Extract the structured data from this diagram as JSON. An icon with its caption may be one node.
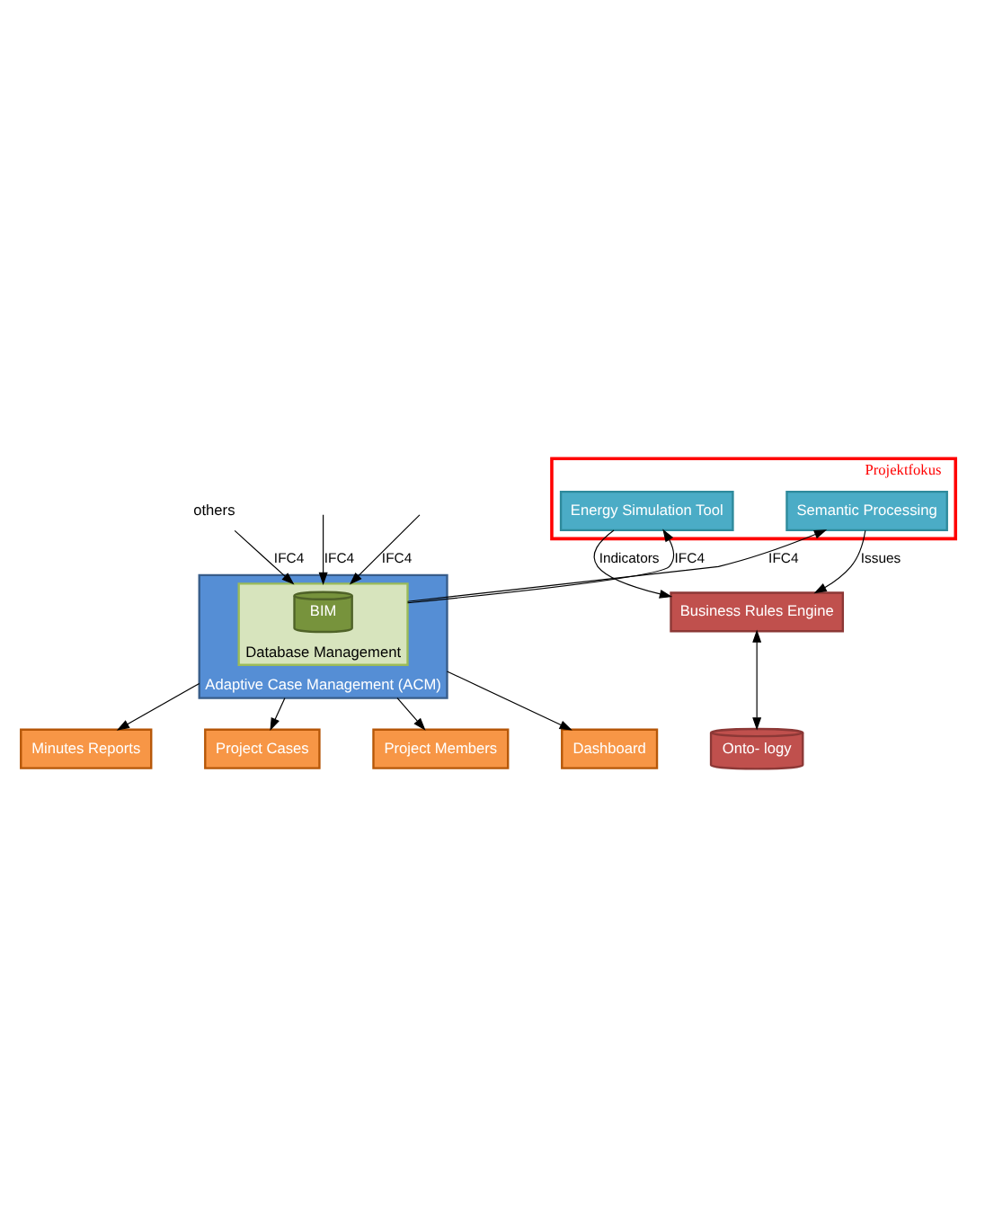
{
  "diagram": {
    "nodes": [
      {
        "text": [
          "Projektfokus"
        ]
      },
      {
        "text": [
          "Energy Simulation Tool"
        ],
        "in": 0
      },
      {
        "text": [
          "Semantic Processing"
        ],
        "in": 0
      },
      {
        "text": [
          "Adaptive Case Management (ACM)"
        ]
      },
      {
        "text": [
          "Business Rules Engine"
        ]
      },
      {
        "text": [
          "Onto- logy"
        ]
      },
      {
        "text": [
          "Database Management"
        ],
        "in": 3
      },
      {
        "text": [
          "BIM"
        ],
        "in": 6
      },
      {
        "text": [
          "Dashboard"
        ]
      },
      {
        "text": [
          "Minutes Reports"
        ]
      },
      {
        "text": [
          "Project Cases"
        ]
      },
      {
        "text": [
          "Project Members"
        ]
      },
      {
        "text": [
          "others"
        ]
      }
    ],
    "edges": [
      {
        "from": 1,
        "to": 4,
        "arrow": "to",
        "label": "Indicators"
      },
      {
        "from": 2,
        "to": 4,
        "arrow": "to",
        "label": "Issues"
      },
      {
        "from": 4,
        "to": 5,
        "arrow": "both"
      },
      {
        "from": 6,
        "to": 1,
        "arrow": "to",
        "label": "IFC4"
      },
      {
        "from": 6,
        "to": 2,
        "arrow": "to",
        "label": "IFC4"
      },
      {
        "from": null,
        "to": 6,
        "arrow": "to",
        "label": "IFC4"
      },
      {
        "from": null,
        "to": 6,
        "arrow": "to",
        "label": "IFC4"
      },
      {
        "from": 12,
        "to": 6,
        "arrow": "to",
        "label": "IFC4"
      },
      {
        "from": 3,
        "to": 8,
        "arrow": "to"
      },
      {
        "from": 3,
        "to": 9,
        "arrow": "to"
      },
      {
        "from": 3,
        "to": 10,
        "arrow": "to"
      },
      {
        "from": 3,
        "to": 11,
        "arrow": "to"
      }
    ]
  }
}
